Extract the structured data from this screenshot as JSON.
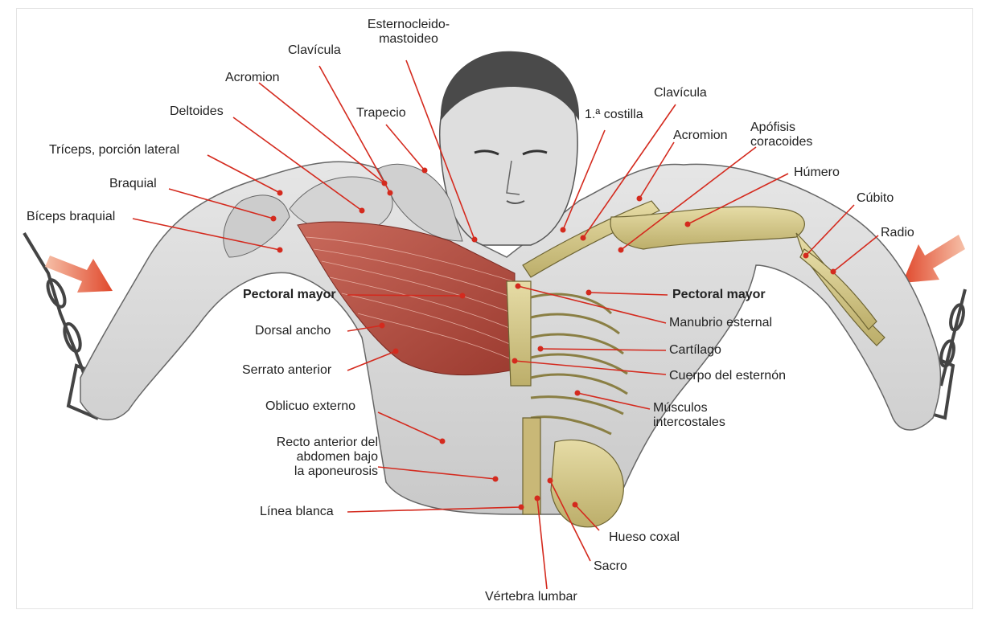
{
  "colors": {
    "leader": "#d42a1e",
    "dot": "#d42a1e",
    "muscle": "#b94a3c",
    "bone": "#d8c98a",
    "skin": "#d9d9d9",
    "outline": "#555555",
    "arrow": "#e8563a"
  },
  "labels": {
    "esternocleido": "Esternocleido-\nmastoideo",
    "clavicula_l": "Clavícula",
    "acromion_l": "Acromion",
    "deltoides": "Deltoides",
    "trapecio": "Trapecio",
    "triceps": "Tríceps, porción lateral",
    "braquial": "Braquial",
    "biceps": "Bíceps braquial",
    "pectoral_l": "Pectoral mayor",
    "dorsal": "Dorsal ancho",
    "serrato": "Serrato anterior",
    "oblicuo": "Oblicuo externo",
    "recto": "Recto anterior del\nabdomen bajo\nla aponeurosis",
    "linea": "Línea blanca",
    "vertebra": "Vértebra lumbar",
    "sacro": "Sacro",
    "coxal": "Hueso coxal",
    "costilla": "1.ª costilla",
    "clavicula_r": "Clavícula",
    "acromion_r": "Acromion",
    "apofisis": "Apófisis\ncoracoides",
    "humero": "Húmero",
    "cubito": "Cúbito",
    "radio": "Radio",
    "pectoral_r": "Pectoral mayor",
    "manubrio": "Manubrio esternal",
    "cartilago": "Cartílago",
    "cuerpo": "Cuerpo del esternón",
    "musculos": "Músculos\nintercostales"
  }
}
